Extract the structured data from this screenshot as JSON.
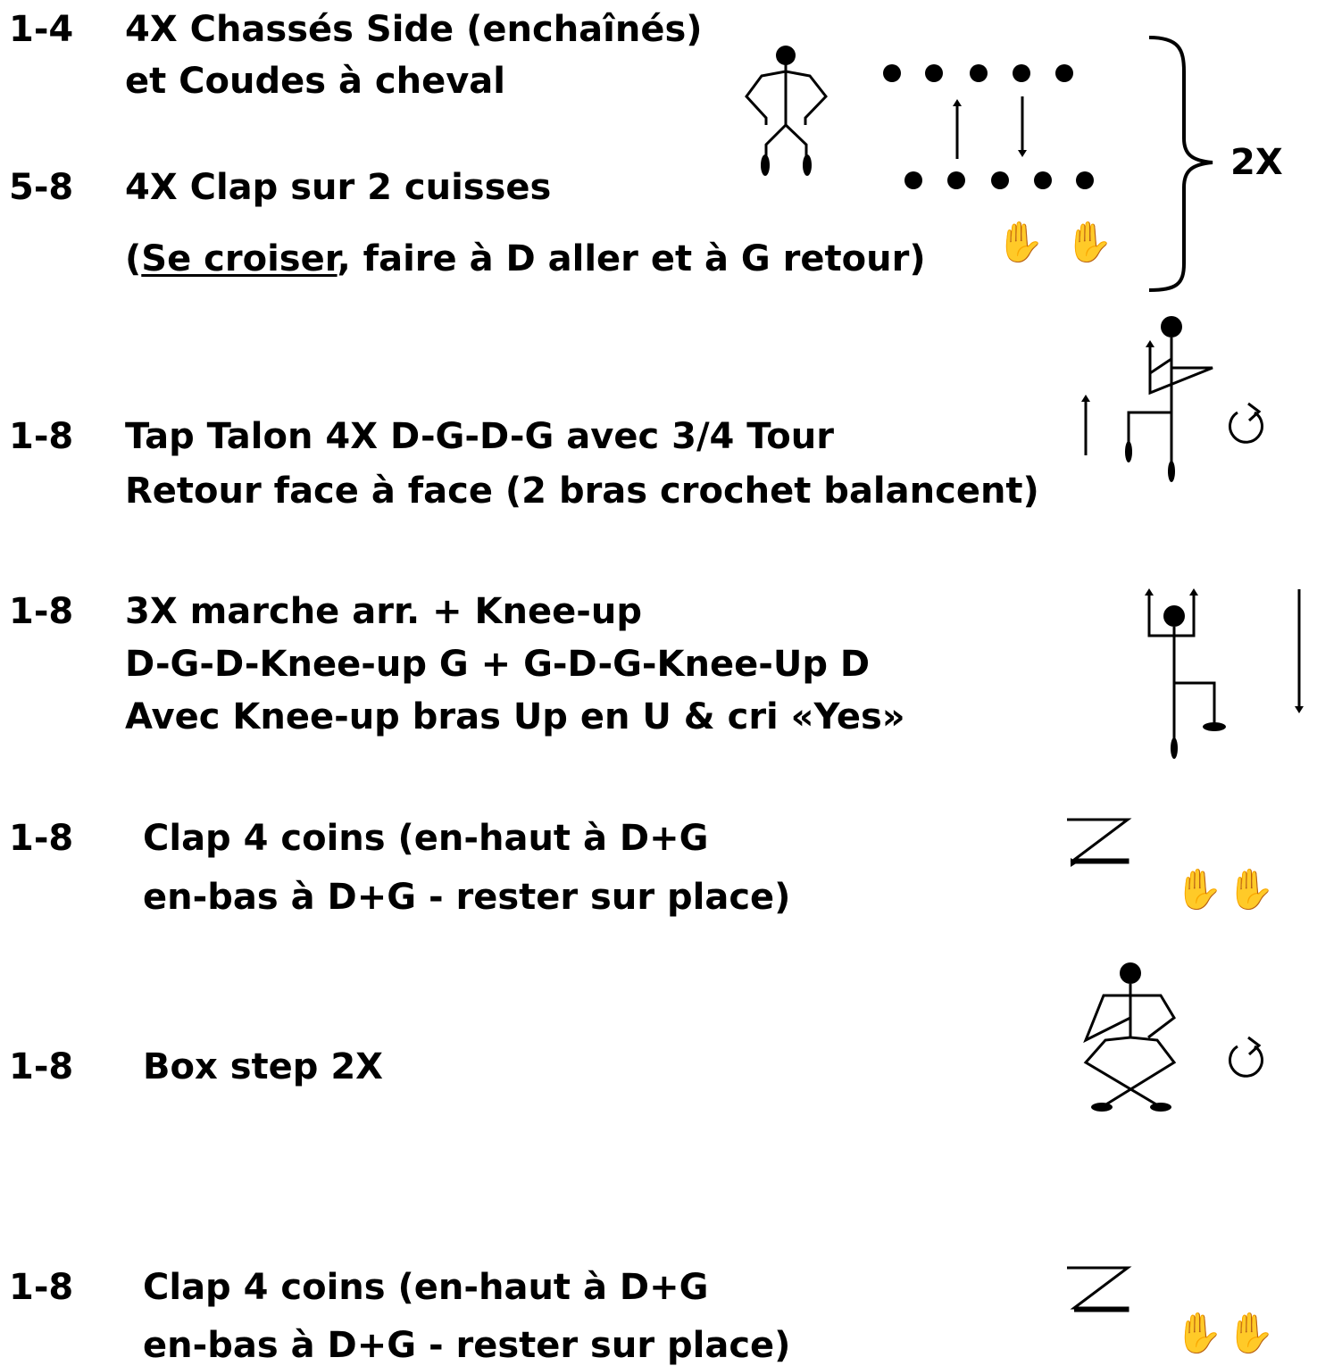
{
  "steps": [
    {
      "count": "1-4",
      "lines": [
        "4X Chassés Side (enchaînés)",
        "et Coudes à cheval"
      ]
    },
    {
      "count": "5-8",
      "lines": [
        "4X Clap sur 2 cuisses"
      ],
      "note_open": "(",
      "note_underlined": "Se croiser",
      "note_rest": ", faire à D aller et à G retour)"
    },
    {
      "count": "1-8",
      "lines": [
        "Tap Talon 4X D-G-D-G avec 3/4 Tour",
        "Retour face à face (2 bras crochet balancent)"
      ]
    },
    {
      "count": "1-8",
      "lines": [
        "3X marche arr. + Knee-up",
        "D-G-D-Knee-up G  + G-D-G-Knee-Up D",
        "Avec Knee-up bras Up en U & cri «Yes»"
      ]
    },
    {
      "count": "1-8",
      "lines": [
        "Clap 4 coins (en-haut à D+G",
        "en-bas à D+G - rester sur place)"
      ]
    },
    {
      "count": "1-8",
      "lines": [
        "Box step 2X"
      ]
    },
    {
      "count": "1-8",
      "lines": [
        "Clap 4 coins (en-haut à D+G",
        "en-bas à D+G - rester sur place)"
      ]
    }
  ],
  "repeat_label": "2X",
  "icons": {
    "hand": "hand-icon",
    "rotate": "rotate-arrow-icon",
    "up": "arrow-up-icon",
    "down": "arrow-down-icon"
  }
}
